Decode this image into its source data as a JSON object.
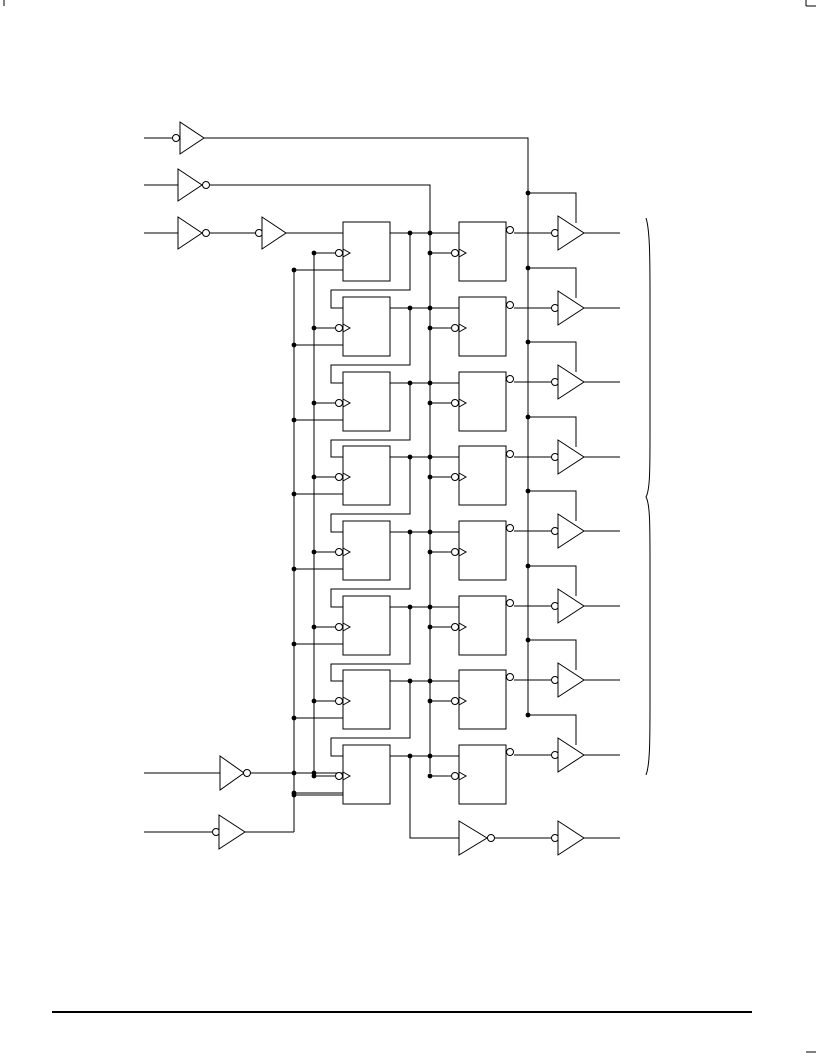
{
  "page": {
    "background": "#ffffff",
    "stroke_color": "#000000"
  },
  "diagram": {
    "kind": "logic-schematic",
    "register_stages": 8,
    "output_buffers": 9,
    "text_labels": []
  }
}
